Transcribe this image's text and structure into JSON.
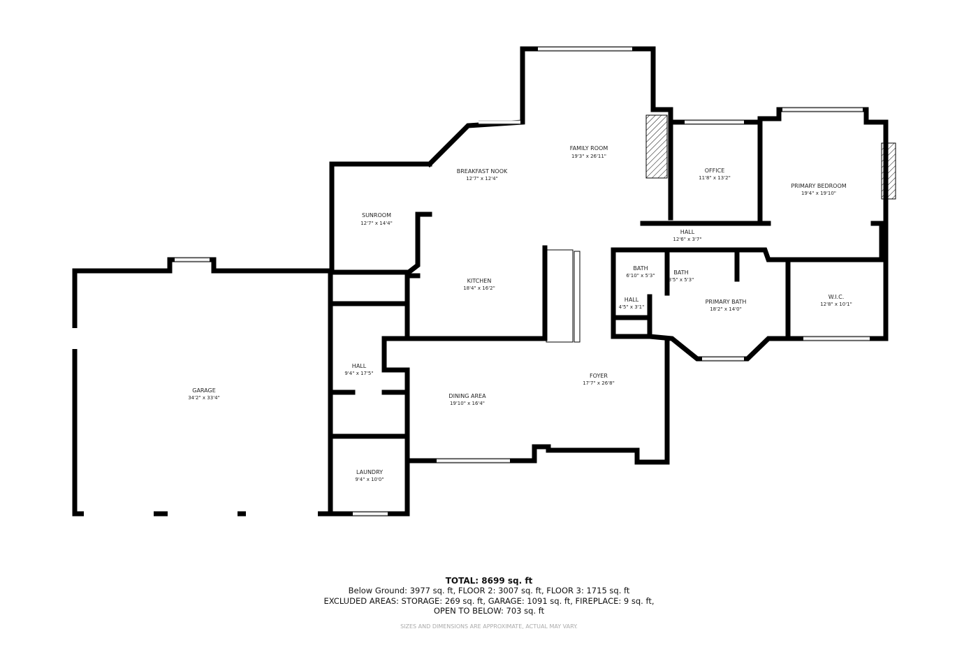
{
  "rooms": {
    "family_room": {
      "name": "FAMILY ROOM",
      "dim": "19'3\" x 26'11\""
    },
    "breakfast_nook": {
      "name": "BREAKFAST NOOK",
      "dim": "12'7\" x 12'4\""
    },
    "office": {
      "name": "OFFICE",
      "dim": "11'8\" x 13'2\""
    },
    "primary_bedroom": {
      "name": "PRIMARY BEDROOM",
      "dim": "19'4\" x 19'10\""
    },
    "sunroom": {
      "name": "SUNROOM",
      "dim": "12'7\" x 14'4\""
    },
    "hall_upper": {
      "name": "HALL",
      "dim": "12'6\" x 3'7\""
    },
    "bath_1": {
      "name": "BATH",
      "dim": "6'10\" x 5'3\""
    },
    "bath_2": {
      "name": "BATH",
      "dim": "3'5\" x 5'3\""
    },
    "kitchen": {
      "name": "KITCHEN",
      "dim": "18'4\" x 16'2\""
    },
    "hall_small": {
      "name": "HALL",
      "dim": "4'5\" x 3'1\""
    },
    "primary_bath": {
      "name": "PRIMARY BATH",
      "dim": "18'2\" x 14'0\""
    },
    "wic": {
      "name": "W.I.C.",
      "dim": "12'8\" x 10'1\""
    },
    "hall_left": {
      "name": "HALL",
      "dim": "9'4\" x 17'5\""
    },
    "foyer": {
      "name": "FOYER",
      "dim": "17'7\" x 26'8\""
    },
    "garage": {
      "name": "GARAGE",
      "dim": "34'2\" x 33'4\""
    },
    "dining_area": {
      "name": "DINING AREA",
      "dim": "19'10\" x 16'4\""
    },
    "laundry": {
      "name": "LAUNDRY",
      "dim": "9'4\" x 10'0\""
    }
  },
  "summary": {
    "total": "TOTAL: 8699 sq. ft",
    "line1": "Below Ground: 3977 sq. ft, FLOOR 2: 3007 sq. ft, FLOOR 3: 1715 sq. ft",
    "line2": "EXCLUDED AREAS: STORAGE: 269 sq. ft, GARAGE: 1091 sq. ft, FIREPLACE: 9 sq. ft,",
    "line3": "OPEN TO BELOW: 703 sq. ft",
    "disclaimer": "SIZES AND DIMENSIONS ARE APPROXIMATE, ACTUAL MAY VARY."
  }
}
